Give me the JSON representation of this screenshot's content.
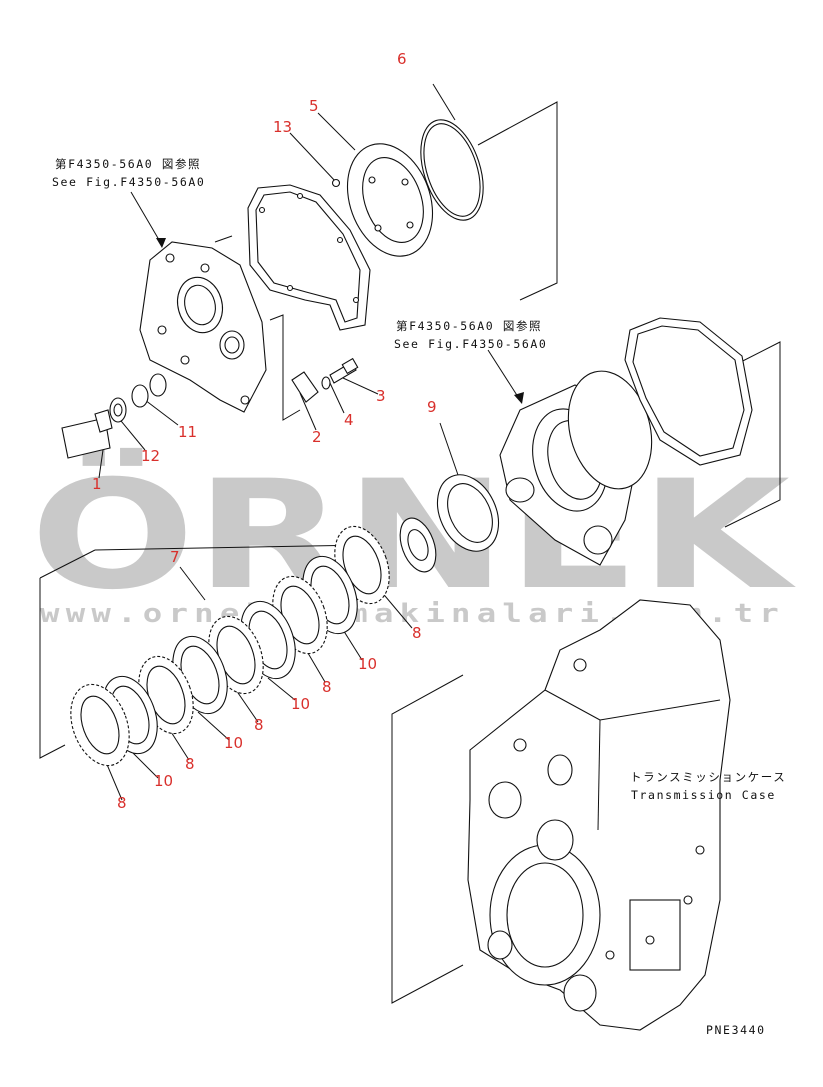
{
  "callouts": {
    "n1": "1",
    "n2": "2",
    "n3": "3",
    "n4": "4",
    "n5": "5",
    "n6": "6",
    "n7": "7",
    "n8a": "8",
    "n8b": "8",
    "n8c": "8",
    "n8d": "8",
    "n8e": "8",
    "n9": "9",
    "n10a": "10",
    "n10b": "10",
    "n10c": "10",
    "n10d": "10",
    "n11": "11",
    "n12": "12",
    "n13": "13"
  },
  "references": {
    "ref1_jp": "第F4350-56A0 図参照",
    "ref1_en": "See Fig.F4350-56A0",
    "ref2_jp": "第F4350-56A0 図参照",
    "ref2_en": "See Fig.F4350-56A0"
  },
  "case_label": {
    "jp": "トランスミッションケース",
    "en": "Transmission Case"
  },
  "drawing_code": "PNE3440",
  "watermark": {
    "brand": "ÖRNEK",
    "url": "www.orneksismakinalari.com.tr"
  }
}
